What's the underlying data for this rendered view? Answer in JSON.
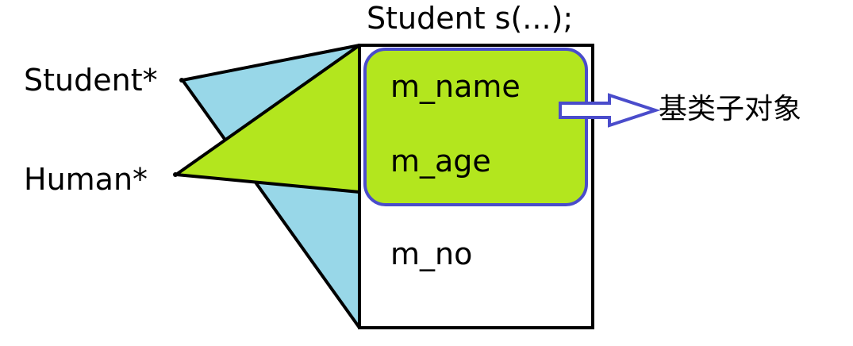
{
  "object_declaration": "Student s(...);",
  "pointers": {
    "student": "Student*",
    "human": "Human*"
  },
  "fields": {
    "name": "m_name",
    "age": "m_age",
    "no": "m_no"
  },
  "base_subobject_label": "基类子对象",
  "colors": {
    "student_pointer_region": "#98d7e8",
    "human_pointer_region": "#b3e61e",
    "base_subobject_fill": "#b3e61e",
    "base_subobject_border": "#4a4ccb",
    "arrow": "#4a4ccb",
    "lines": "#000000"
  }
}
